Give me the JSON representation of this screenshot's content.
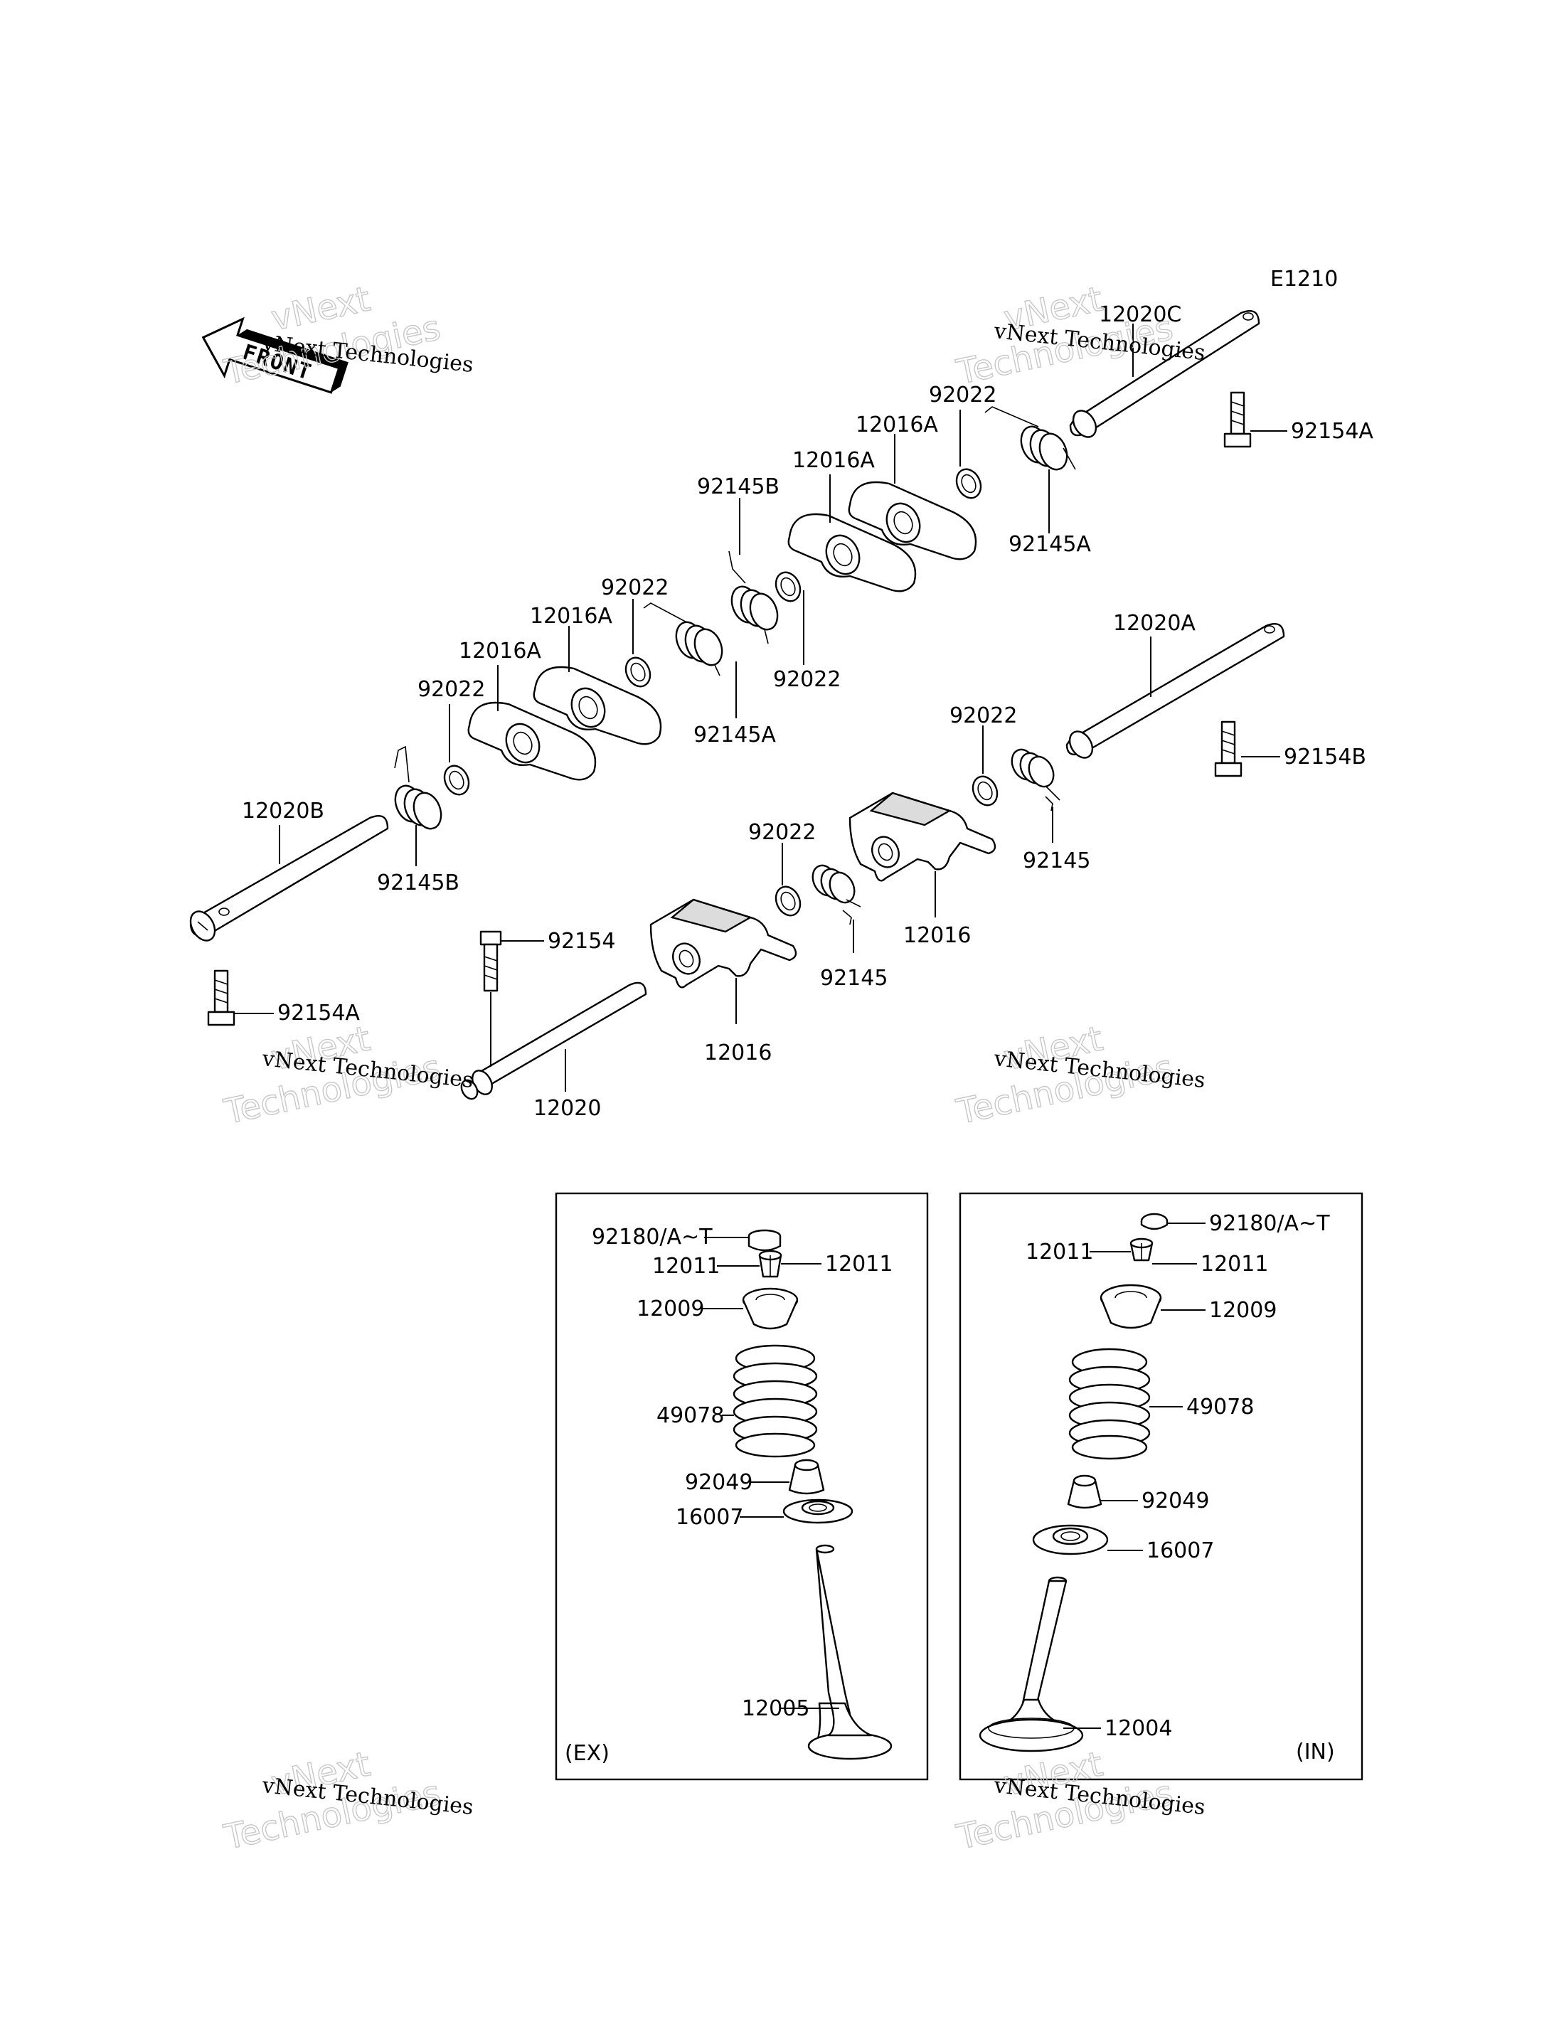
{
  "diagram_code": "E1210",
  "front_label": "FRONT",
  "watermark": {
    "line1": "vNext",
    "line2": "Technologies",
    "line3": "vNext Technologies"
  },
  "parts": {
    "p12020C": "12020C",
    "p92154A_top": "92154A",
    "p92022_a": "92022",
    "p12016A_a": "12016A",
    "p12016A_b": "12016A",
    "p92145A_a": "92145A",
    "p92145B_a": "92145B",
    "p92022_b": "92022",
    "p92022_c": "92022",
    "p12016A_c": "12016A",
    "p12016A_d": "12016A",
    "p92145A_b": "92145A",
    "p92022_d": "92022",
    "p12020A": "12020A",
    "p92154B": "92154B",
    "p92022_e": "92022",
    "p92145_a": "92145",
    "p12020B": "12020B",
    "p92145B_b": "92145B",
    "p92022_f": "92022",
    "p12016_a": "12016",
    "p92145_b": "92145",
    "p92154": "92154",
    "p92154A_bottom": "92154A",
    "p12016_b": "12016",
    "p12020": "12020"
  },
  "ex_panel": {
    "label": "(EX)",
    "p92180": "92180/A~T",
    "p12011_left": "12011",
    "p12011_right": "12011",
    "p12009": "12009",
    "p49078": "49078",
    "p92049": "92049",
    "p16007": "16007",
    "p12005": "12005"
  },
  "in_panel": {
    "label": "(IN)",
    "p92180": "92180/A~T",
    "p12011_left": "12011",
    "p12011_right": "12011",
    "p12009": "12009",
    "p49078": "49078",
    "p92049": "92049",
    "p16007": "16007",
    "p12004": "12004"
  }
}
